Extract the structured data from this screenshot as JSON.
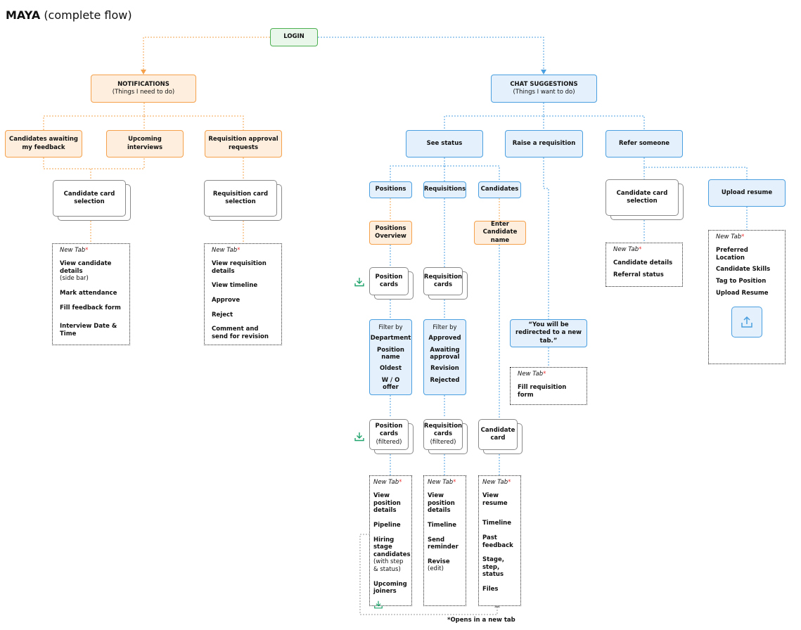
{
  "title": {
    "bold": "MAYA",
    "rest": "(complete flow)"
  },
  "login": "LOGIN",
  "notifications": {
    "title": "NOTIFICATIONS",
    "subtitle": "(Things I need to do)"
  },
  "chat": {
    "title": "CHAT SUGGESTIONS",
    "subtitle": "(Things I want to do)"
  },
  "left": {
    "awaiting": "Candidates awaiting my feedback",
    "upcoming": "Upcoming interviews",
    "reqapproval": "Requisition approval requests",
    "cand_card": "Candidate card selection",
    "req_card": "Requisition card selection",
    "cand_tab": {
      "new_tab": "New Tab",
      "items": [
        {
          "label": "View candidate details",
          "sub": "(side bar)"
        },
        {
          "label": "Mark attendance",
          "sub": ""
        },
        {
          "label": "Fill feedback form",
          "sub": ""
        },
        {
          "label": "Interview Date & Time",
          "sub": ""
        }
      ]
    },
    "req_tab": {
      "new_tab": "New Tab",
      "items": [
        "View requisition details",
        "View timeline",
        "Approve",
        "Reject",
        "Comment and send for revision"
      ]
    }
  },
  "right": {
    "see_status": "See status",
    "raise": "Raise a requisition",
    "refer": "Refer someone",
    "positions": "Positions",
    "requisitions": "Requisitions",
    "candidates": "Candidates",
    "pos_overview": "Positions Overview",
    "enter_cand": "Enter Candidate name",
    "pos_cards": "Position cards",
    "req_cards": "Requisition cards",
    "pos_filter": {
      "heading": "Filter by",
      "items": [
        "Department",
        "Position name",
        "Oldest",
        "W / O offer"
      ]
    },
    "req_filter": {
      "heading": "Filter by",
      "items": [
        "Approved",
        "Awaiting approval",
        "Revision",
        "Rejected"
      ]
    },
    "pos_cards_f": {
      "label": "Position cards",
      "sub": "(filtered)"
    },
    "req_cards_f": {
      "label": "Requisition cards",
      "sub": "(filtered)"
    },
    "cand_card": "Candidate card",
    "redirect": "“You will be redirected to a new tab.”",
    "raise_tab": {
      "new_tab": "New Tab",
      "items": [
        "Fill requisition form"
      ]
    },
    "ref_cand_card": "Candidate card selection",
    "upload_resume": "Upload resume",
    "ref_tab": {
      "new_tab": "New Tab",
      "items": [
        "Candidate details",
        "Referral status"
      ]
    },
    "upload_tab": {
      "new_tab": "New Tab",
      "items": [
        "Preferred Location",
        "Candidate Skills",
        "Tag to Position",
        "Upload Resume"
      ]
    },
    "pos_tab": {
      "new_tab": "New Tab",
      "items": [
        {
          "label": "View position details",
          "sub": ""
        },
        {
          "label": "Pipeline",
          "sub": ""
        },
        {
          "label": "Hiring stage candidates",
          "sub": "(with step & status)"
        },
        {
          "label": "Upcoming joiners",
          "sub": ""
        }
      ]
    },
    "req_tab": {
      "new_tab": "New Tab",
      "items": [
        {
          "label": "View position details",
          "sub": ""
        },
        {
          "label": "Timeline",
          "sub": ""
        },
        {
          "label": "Send reminder",
          "sub": ""
        },
        {
          "label": "Revise",
          "sub": "(edit)"
        }
      ]
    },
    "cand_tab": {
      "new_tab": "New Tab",
      "items": [
        "View resume",
        "Timeline",
        "Past feedback",
        "Stage, step, status",
        "Files"
      ]
    }
  },
  "footnote": "*Opens in a new tab",
  "colors": {
    "orange": "#f5a04b",
    "blue": "#4a9fe0",
    "green": "#4caf50",
    "download_icon": "#1ea36b"
  },
  "icons": [
    "download-icon",
    "upload-icon"
  ]
}
